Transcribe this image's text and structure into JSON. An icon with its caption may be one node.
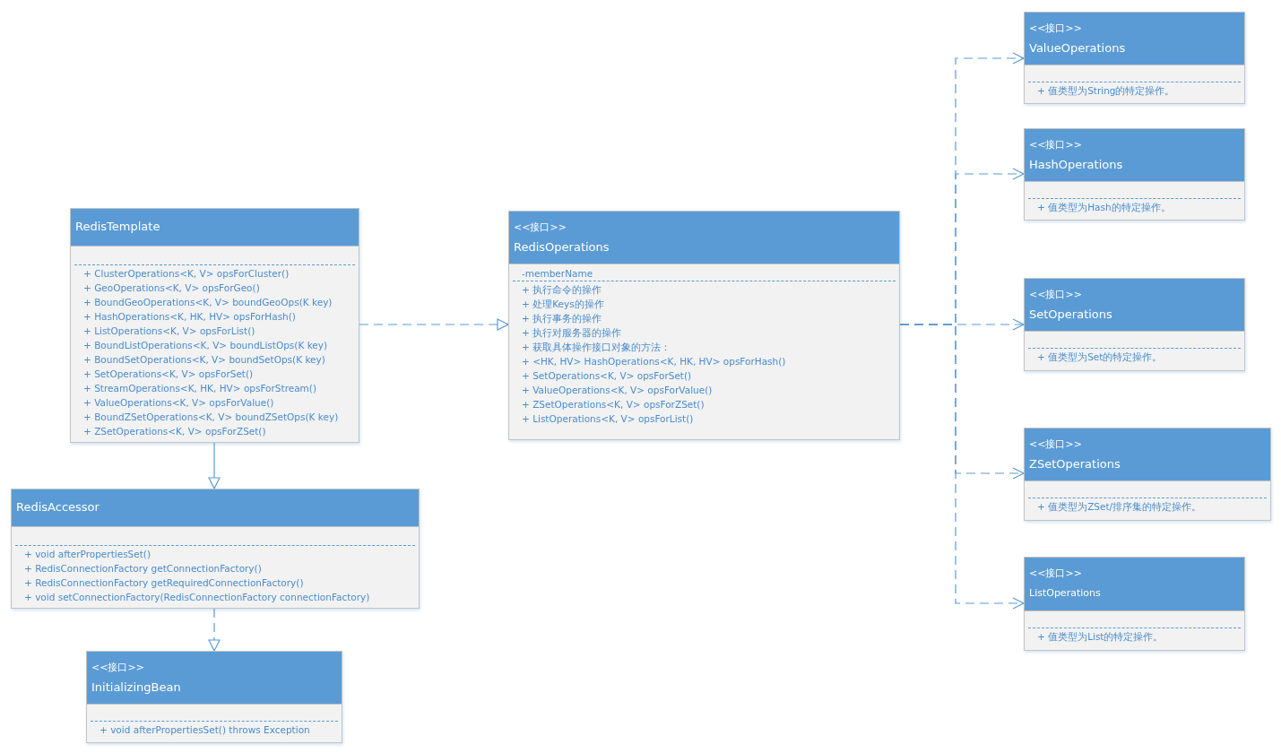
{
  "diagram": {
    "nodes": [
      {
        "text": [
          "RedisTemplate",
          "+ ClusterOperations<K, V> opsForCluster()",
          "+ GeoOperations<K, V> opsForGeo()",
          "+ BoundGeoOperations<K, V> boundGeoOps(K key)",
          "+ HashOperations<K, HK, HV> opsForHash()",
          "+ ListOperations<K, V> opsForList()",
          "+ BoundListOperations<K, V> boundListOps(K key)",
          "+ BoundSetOperations<K, V> boundSetOps(K key)",
          "+ SetOperations<K, V> opsForSet()",
          "+ StreamOperations<K, HK, HV> opsForStream()",
          "+ ValueOperations<K, V> opsForValue()",
          "+ BoundZSetOperations<K, V> boundZSetOps(K key)",
          "+ ZSetOperations<K, V> opsForZSet()"
        ]
      },
      {
        "text": [
          "<<接口>>",
          "RedisOperations",
          "-memberName",
          "+ 执行命令的操作",
          "+ 处理Keys的操作",
          "+ 执行事务的操作",
          "+ 执行对服务器的操作",
          "+ 获取具体操作接口对象的方法：",
          "+ <HK, HV> HashOperations<K, HK, HV> opsForHash()",
          "+ SetOperations<K, V> opsForSet()",
          "+ ValueOperations<K, V> opsForValue()",
          "+ ZSetOperations<K, V> opsForZSet()",
          "+ ListOperations<K, V> opsForList()"
        ]
      },
      {
        "text": [
          "<<接口>>",
          "ValueOperations",
          "+ 值类型为String的特定操作。"
        ]
      },
      {
        "text": [
          "<<接口>>",
          "HashOperations",
          "+ 值类型为Hash的特定操作。"
        ]
      },
      {
        "text": [
          "<<接口>>",
          "SetOperations",
          "+ 值类型为Set的特定操作。"
        ]
      },
      {
        "text": [
          "<<接口>>",
          "ZSetOperations",
          "+ 值类型为ZSet/排序集的特定操作。"
        ]
      },
      {
        "text": [
          "<<接口>>",
          "ListOperations",
          "+ 值类型为List的特定操作。"
        ]
      },
      {
        "text": [
          "RedisAccessor",
          "+ void afterPropertiesSet()",
          "+ RedisConnectionFactory getConnectionFactory()",
          "+ RedisConnectionFactory getRequiredConnectionFactory()",
          "+ void setConnectionFactory(RedisConnectionFactory connectionFactory)"
        ]
      },
      {
        "text": [
          "<<接口>>",
          "InitializingBean",
          "+ void afterPropertiesSet() throws Exception"
        ]
      }
    ],
    "edges": [
      {
        "from": 0,
        "to": 1,
        "arrow": "to",
        "style": "dashed"
      },
      {
        "from": 0,
        "to": 7,
        "arrow": "to"
      },
      {
        "from": 7,
        "to": 8,
        "arrow": "to",
        "style": "dashed"
      },
      {
        "from": 1,
        "to": 2,
        "arrow": "to",
        "style": "dashed"
      },
      {
        "from": 1,
        "to": 3,
        "arrow": "to",
        "style": "dashed"
      },
      {
        "from": 1,
        "to": 4,
        "arrow": "to",
        "style": "dashed"
      },
      {
        "from": 1,
        "to": 5,
        "arrow": "to",
        "style": "dashed"
      },
      {
        "from": 1,
        "to": 6,
        "arrow": "to",
        "style": "dashed"
      }
    ]
  }
}
